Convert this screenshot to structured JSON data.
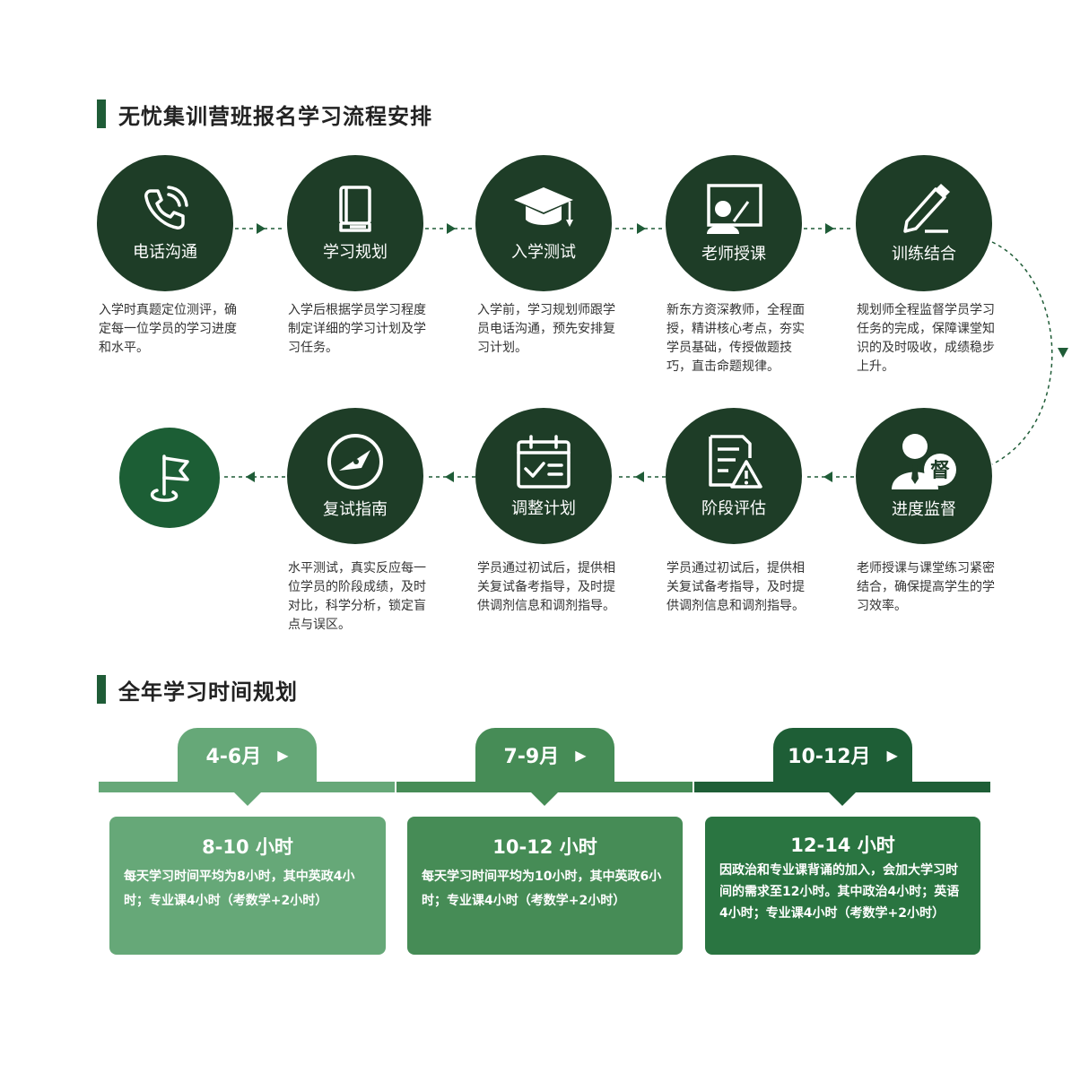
{
  "section1": {
    "title": "无忧集训营班报名学习流程安排"
  },
  "steps": [
    {
      "label": "电话沟通",
      "icon": "phone-icon",
      "desc": "入学时真题定位测评，确定每一位学员的学习进度和水平。"
    },
    {
      "label": "学习规划",
      "icon": "book-icon",
      "desc": "入学后根据学员学习程度制定详细的学习计划及学习任务。"
    },
    {
      "label": "入学测试",
      "icon": "graduation-cap-icon",
      "desc": "入学前，学习规划师跟学员电话沟通，预先安排复习计划。"
    },
    {
      "label": "老师授课",
      "icon": "teacher-board-icon",
      "desc": "新东方资深教师，全程面授，精讲核心考点，夯实学员基础，传授做题技巧，直击命题规律。"
    },
    {
      "label": "训练结合",
      "icon": "pencil-icon",
      "desc": "规划师全程监督学员学习任务的完成，保障课堂知识的及时吸收，成绩稳步上升。"
    },
    {
      "label": "进度监督",
      "icon": "supervisor-icon",
      "badge": "督",
      "desc": "老师授课与课堂练习紧密结合，确保提高学生的学习效率。"
    },
    {
      "label": "阶段评估",
      "icon": "report-warning-icon",
      "desc": "学员通过初试后，提供相关复试备考指导，及时提供调剂信息和调剂指导。"
    },
    {
      "label": "调整计划",
      "icon": "calendar-check-icon",
      "desc": "学员通过初试后，提供相关复试备考指导，及时提供调剂信息和调剂指导。"
    },
    {
      "label": "复试指南",
      "icon": "compass-icon",
      "desc": "水平测试，真实反应每一位学员的阶段成绩，及时对比，科学分析，锁定盲点与误区。"
    }
  ],
  "section2": {
    "title": "全年学习时间规划"
  },
  "plans": [
    {
      "period": "4-6月",
      "hours": "8-10 小时",
      "text": "每天学习时间平均为8小时，其中英政4小时；专业课4小时（考数学+2小时）",
      "color": "#66a878"
    },
    {
      "period": "7-9月",
      "hours": "10-12 小时",
      "text": "每天学习时间平均为10小时，其中英政6小时；专业课4小时（考数学+2小时）",
      "color": "#468c56"
    },
    {
      "period": "10-12月",
      "hours": "12-14 小时",
      "text": "因政治和专业课背诵的加入，会加大学习时间的需求至12小时。其中政治4小时；英语4小时；专业课4小时（考数学+2小时）",
      "color": "#1e5e36"
    }
  ]
}
